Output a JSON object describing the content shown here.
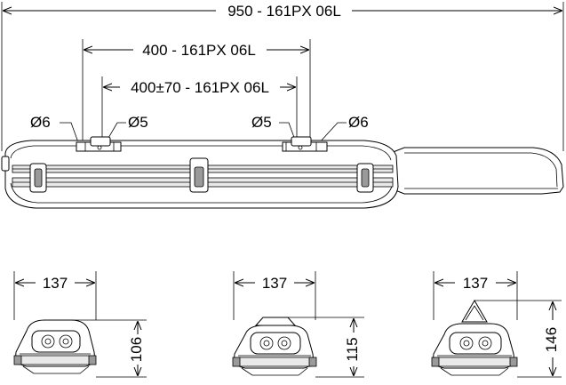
{
  "dimensions": {
    "total_length": "950 - 161PX 06L",
    "fixing_distance": "400 - 161PX 06L",
    "adjustable_distance": "400±70 - 161PX 06L",
    "hole_d6_left": "Ø6",
    "hole_d5_left": "Ø5",
    "hole_d5_right": "Ø5",
    "hole_d6_right": "Ø6"
  },
  "end_views": [
    {
      "width": "137",
      "height": "106"
    },
    {
      "width": "137",
      "height": "115"
    },
    {
      "width": "137",
      "height": "146"
    }
  ]
}
